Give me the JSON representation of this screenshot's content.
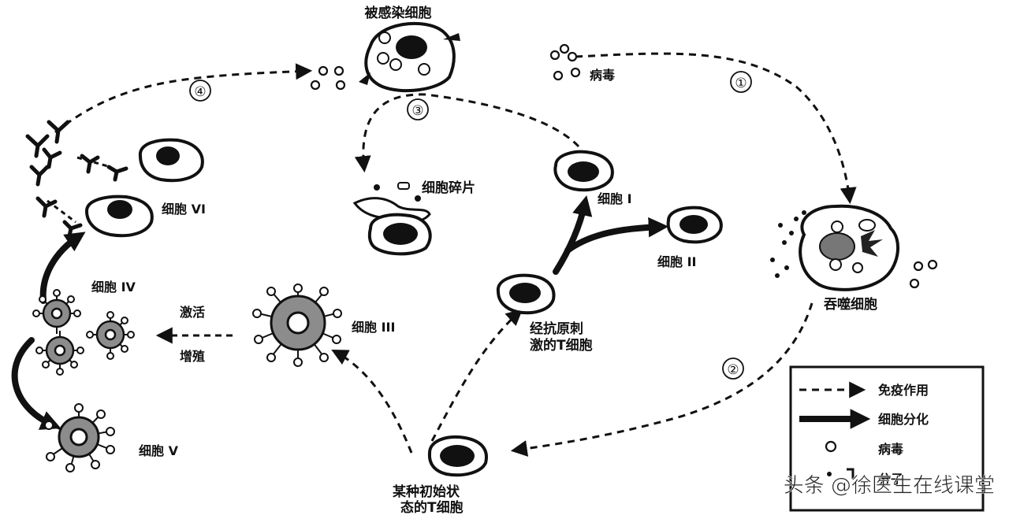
{
  "labels": {
    "infected_cell": "被感染细胞",
    "virus": "病毒",
    "cell_fragments": "细胞碎片",
    "cell_I": "细胞 I",
    "cell_II": "细胞 II",
    "cell_III": "细胞 III",
    "cell_IV": "细胞 IV",
    "cell_V": "细胞 V",
    "cell_VI": "细胞 VI",
    "phagocyte": "吞噬细胞",
    "stimulated_t_line1": "经抗原刺",
    "stimulated_t_line2": "激的T细胞",
    "initial_t_line1": "某种初始状",
    "initial_t_line2": "态的T细胞",
    "activate": "激活",
    "proliferate": "增殖"
  },
  "steps": [
    "①",
    "②",
    "③",
    "④"
  ],
  "legend": {
    "immune_action": "免疫作用",
    "differentiation": "细胞分化",
    "virus": "病毒",
    "last_partial": "分子"
  },
  "watermark": "头条 @徐医生在线课堂",
  "colors": {
    "ink": "#111111",
    "cell_gray": "#8c8c8c",
    "background": "#ffffff"
  }
}
